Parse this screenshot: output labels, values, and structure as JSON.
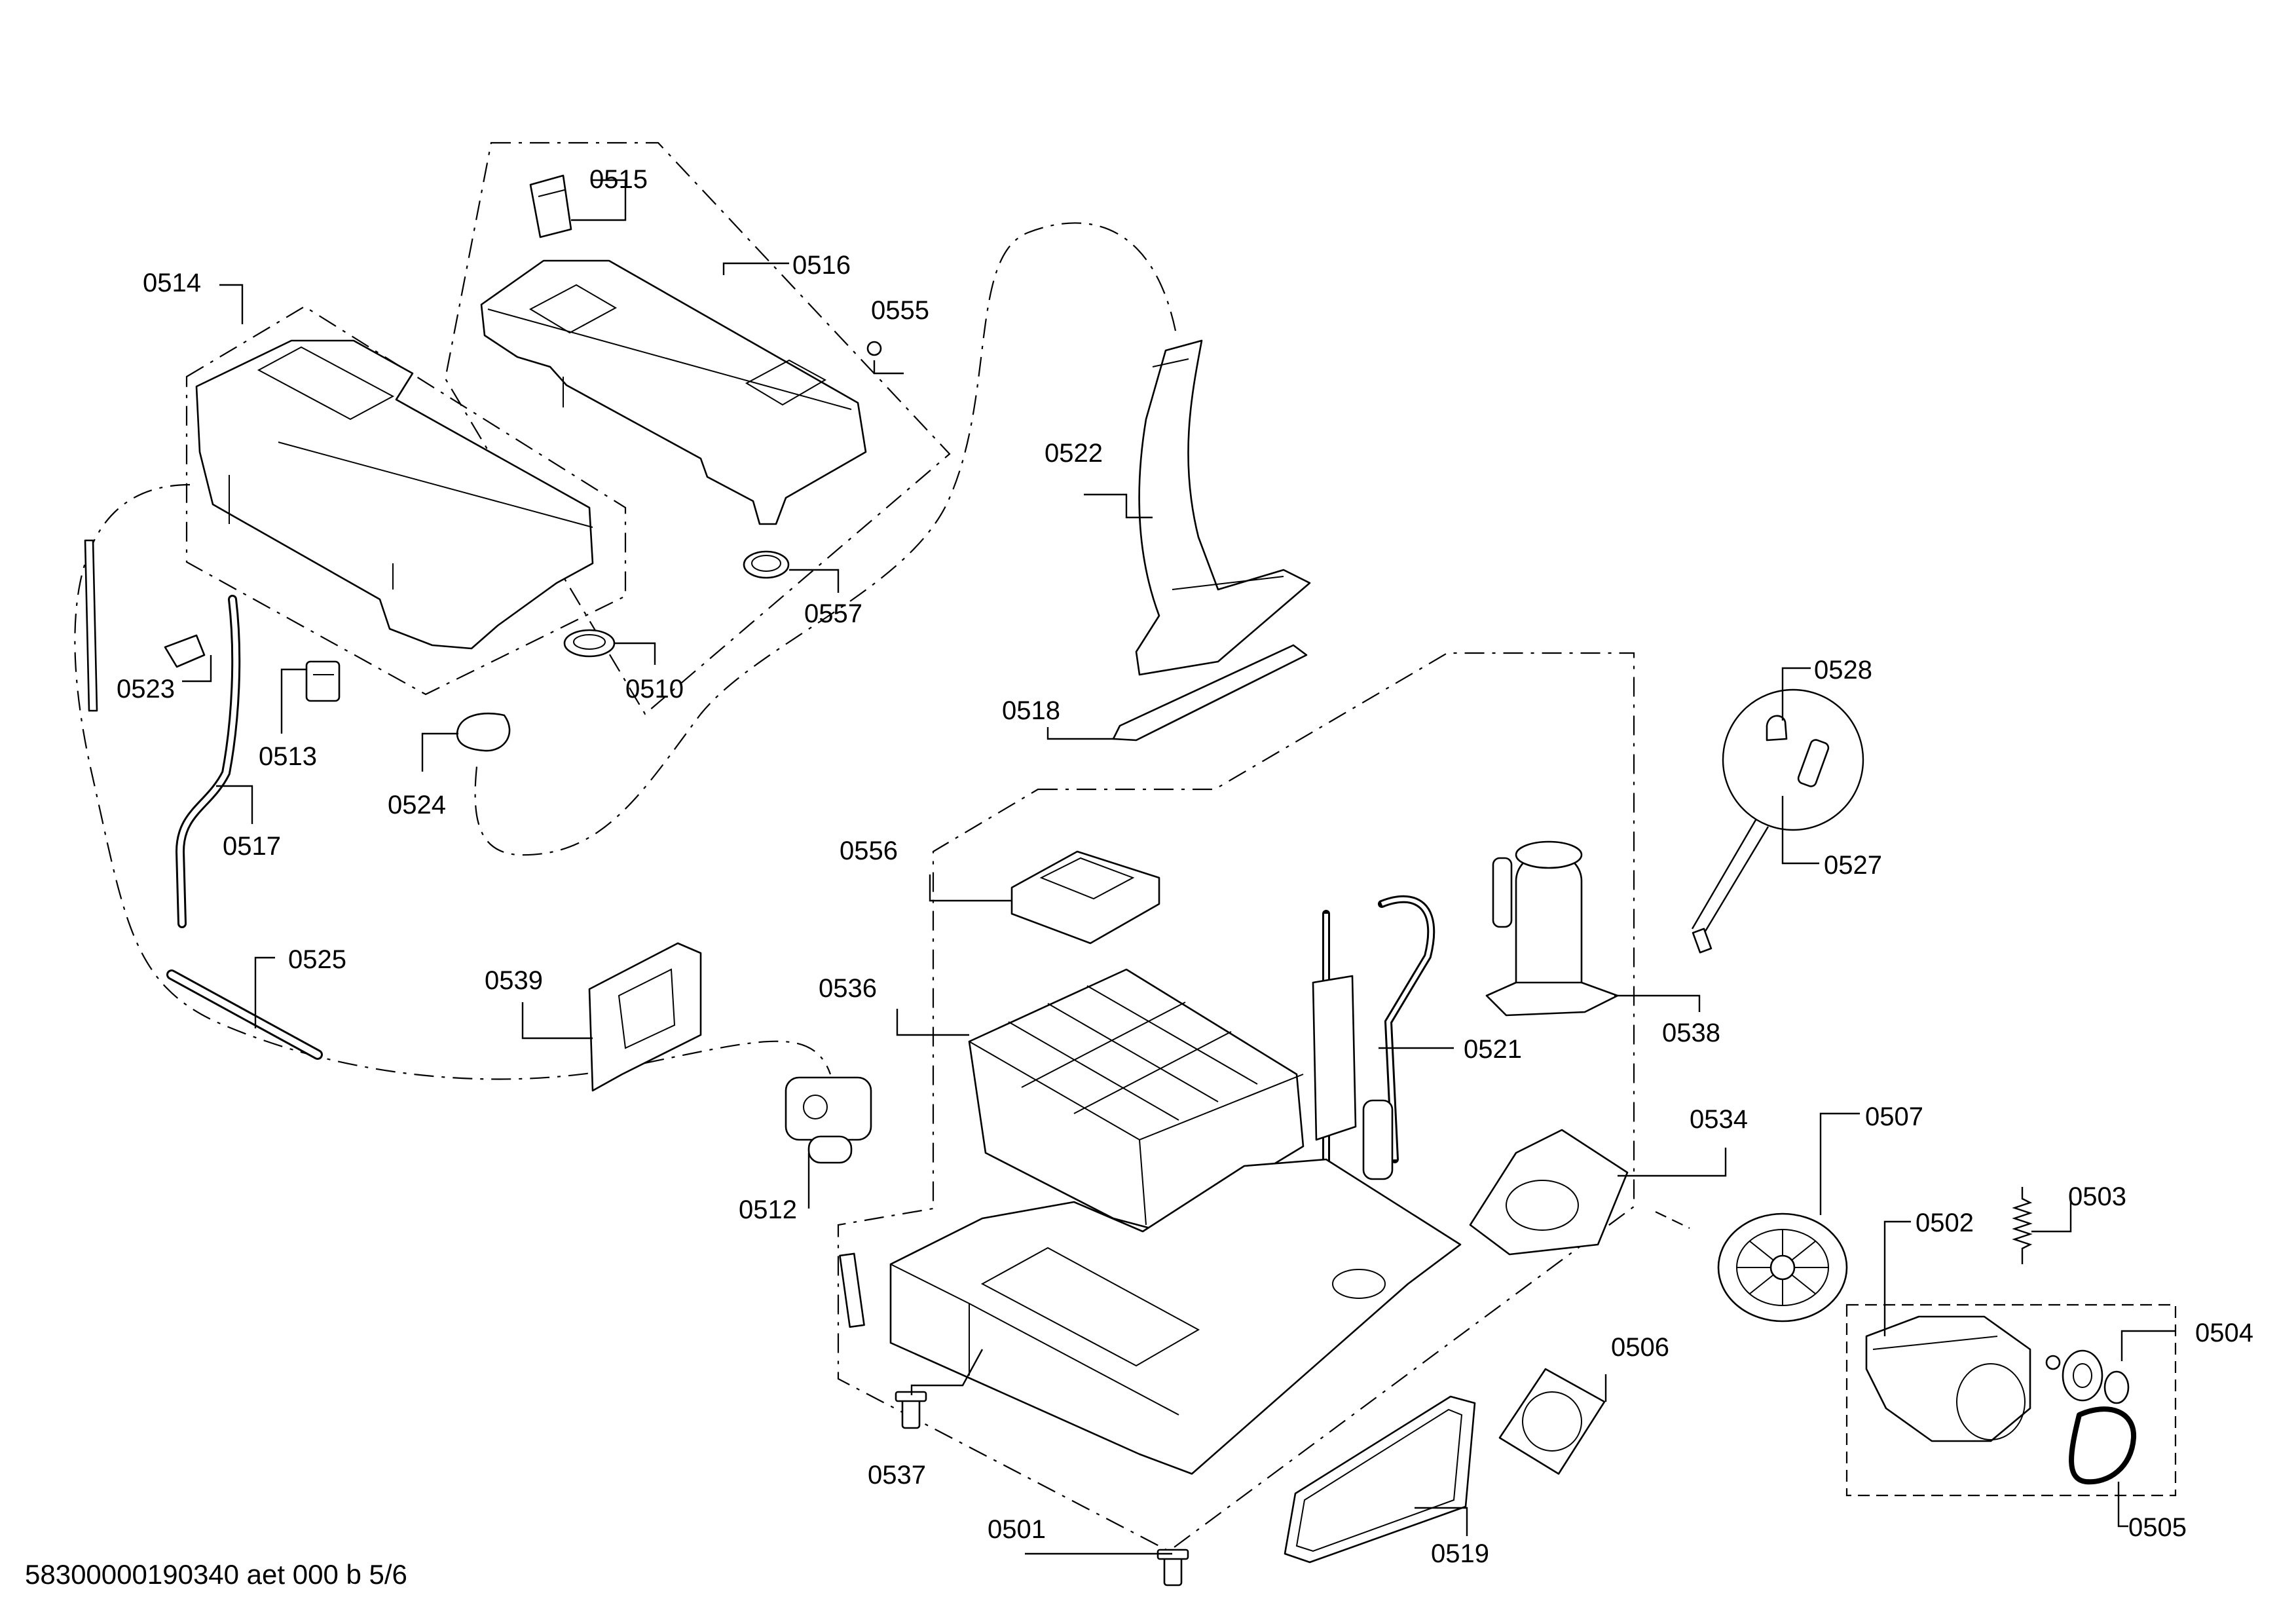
{
  "footer": {
    "document_id": "58300000190340 aet 000 b 5/6"
  },
  "callouts": [
    {
      "id": "0514",
      "label": "0514"
    },
    {
      "id": "0515",
      "label": "0515"
    },
    {
      "id": "0516",
      "label": "0516"
    },
    {
      "id": "0555",
      "label": "0555"
    },
    {
      "id": "0557",
      "label": "0557"
    },
    {
      "id": "0510",
      "label": "0510"
    },
    {
      "id": "0522",
      "label": "0522"
    },
    {
      "id": "0518",
      "label": "0518"
    },
    {
      "id": "0528",
      "label": "0528"
    },
    {
      "id": "0527",
      "label": "0527"
    },
    {
      "id": "0523",
      "label": "0523"
    },
    {
      "id": "0513",
      "label": "0513"
    },
    {
      "id": "0524",
      "label": "0524"
    },
    {
      "id": "0517",
      "label": "0517"
    },
    {
      "id": "0556",
      "label": "0556"
    },
    {
      "id": "0525",
      "label": "0525"
    },
    {
      "id": "0539",
      "label": "0539"
    },
    {
      "id": "0536",
      "label": "0536"
    },
    {
      "id": "0538",
      "label": "0538"
    },
    {
      "id": "0521",
      "label": "0521"
    },
    {
      "id": "0512",
      "label": "0512"
    },
    {
      "id": "0534",
      "label": "0534"
    },
    {
      "id": "0507",
      "label": "0507"
    },
    {
      "id": "0503",
      "label": "0503"
    },
    {
      "id": "0502",
      "label": "0502"
    },
    {
      "id": "0504",
      "label": "0504"
    },
    {
      "id": "0506",
      "label": "0506"
    },
    {
      "id": "0537",
      "label": "0537"
    },
    {
      "id": "0501",
      "label": "0501"
    },
    {
      "id": "0519",
      "label": "0519"
    },
    {
      "id": "0505",
      "label": "0505"
    }
  ]
}
